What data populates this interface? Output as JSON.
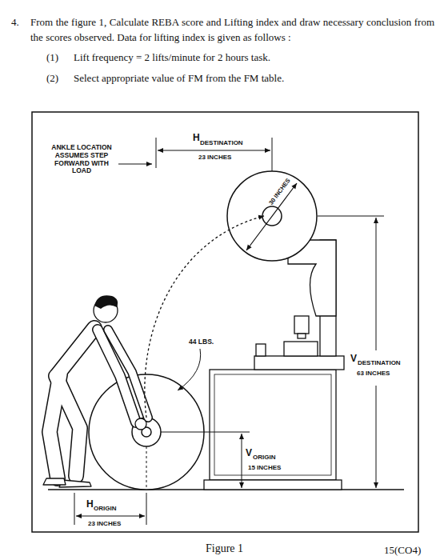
{
  "diagram": {
    "caption": "Figure 1",
    "labels": [
      "4.",
      "From the figure 1, Calculate REBA score and Lifting index and draw necessary conclusion from the scores observed. Data for lifting index is given as follows :",
      "(1)",
      "Lift frequency = 2 lifts/minute for 2 hours task.",
      "(2)",
      "Select appropriate value of FM from the FM table.",
      "ANKLE LOCATION ASSUMES STEP FORWARD WITH LOAD",
      "H",
      "DESTINATION",
      "23 INCHES",
      "30 INCHES",
      "44 LBS.",
      "V",
      "DESTINATION",
      "63 INCHES",
      "V",
      "ORIGIN",
      "15 INCHES",
      "H",
      "ORIGIN",
      "23 INCHES",
      "15(CO4)"
    ]
  }
}
